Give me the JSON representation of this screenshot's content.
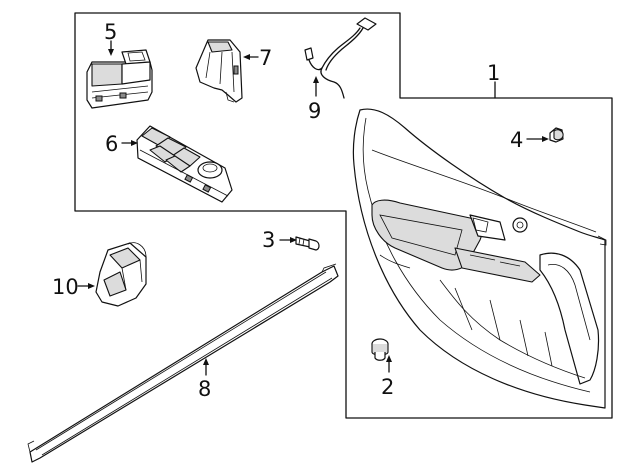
{
  "callouts": [
    {
      "id": "1",
      "label": "1"
    },
    {
      "id": "2",
      "label": "2"
    },
    {
      "id": "3",
      "label": "3"
    },
    {
      "id": "4",
      "label": "4"
    },
    {
      "id": "5",
      "label": "5"
    },
    {
      "id": "6",
      "label": "6"
    },
    {
      "id": "7",
      "label": "7"
    },
    {
      "id": "8",
      "label": "8"
    },
    {
      "id": "9",
      "label": "9"
    },
    {
      "id": "10",
      "label": "10"
    }
  ],
  "parts": [
    {
      "callout": "1",
      "icon": "door-trim-panel-icon"
    },
    {
      "callout": "2",
      "icon": "clip-icon"
    },
    {
      "callout": "3",
      "icon": "screw-icon"
    },
    {
      "callout": "4",
      "icon": "clip-icon"
    },
    {
      "callout": "5",
      "icon": "switch-icon"
    },
    {
      "callout": "6",
      "icon": "window-switch-icon"
    },
    {
      "callout": "7",
      "icon": "switch-bezel-icon"
    },
    {
      "callout": "8",
      "icon": "weatherstrip-icon"
    },
    {
      "callout": "9",
      "icon": "wiring-harness-icon"
    },
    {
      "callout": "10",
      "icon": "bracket-icon"
    }
  ]
}
